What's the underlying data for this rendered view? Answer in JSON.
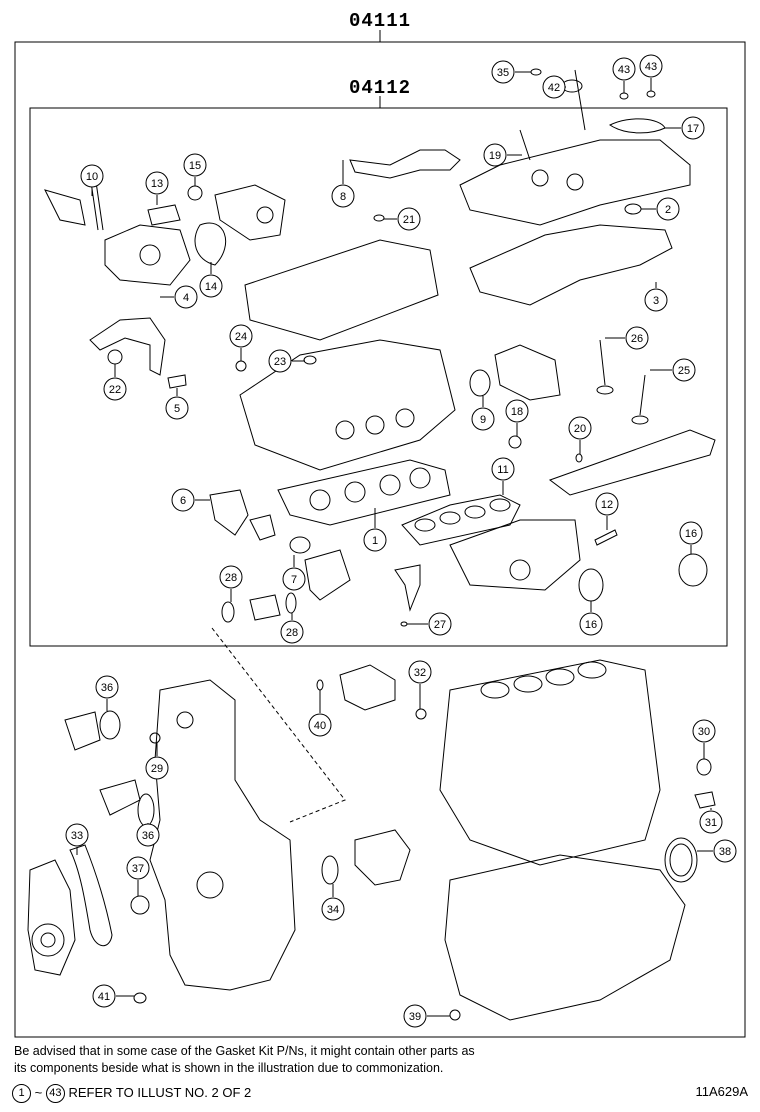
{
  "diagram": {
    "outer_kit_code": "04111",
    "inner_kit_code": "04112",
    "callouts": [
      "1",
      "2",
      "3",
      "4",
      "5",
      "6",
      "7",
      "8",
      "9",
      "10",
      "11",
      "12",
      "13",
      "14",
      "15",
      "16",
      "16",
      "17",
      "18",
      "19",
      "20",
      "21",
      "22",
      "23",
      "24",
      "25",
      "26",
      "27",
      "28",
      "28",
      "29",
      "30",
      "31",
      "32",
      "33",
      "34",
      "35",
      "36",
      "36",
      "37",
      "38",
      "39",
      "40",
      "41",
      "42",
      "43",
      "43"
    ]
  },
  "footer": {
    "note_line_1": "Be advised that in some case of the Gasket Kit P/Ns,  it might contain other parts as",
    "note_line_2": "its components beside what is shown in the illustration due to commonization.",
    "range_start": "1",
    "range_sep": "~",
    "range_end": "43",
    "reference_text": "REFER TO ILLUST NO. 2 OF 2",
    "illustration_code": "11A629A"
  },
  "colors": {
    "ink": "#000000",
    "paper": "#ffffff"
  }
}
